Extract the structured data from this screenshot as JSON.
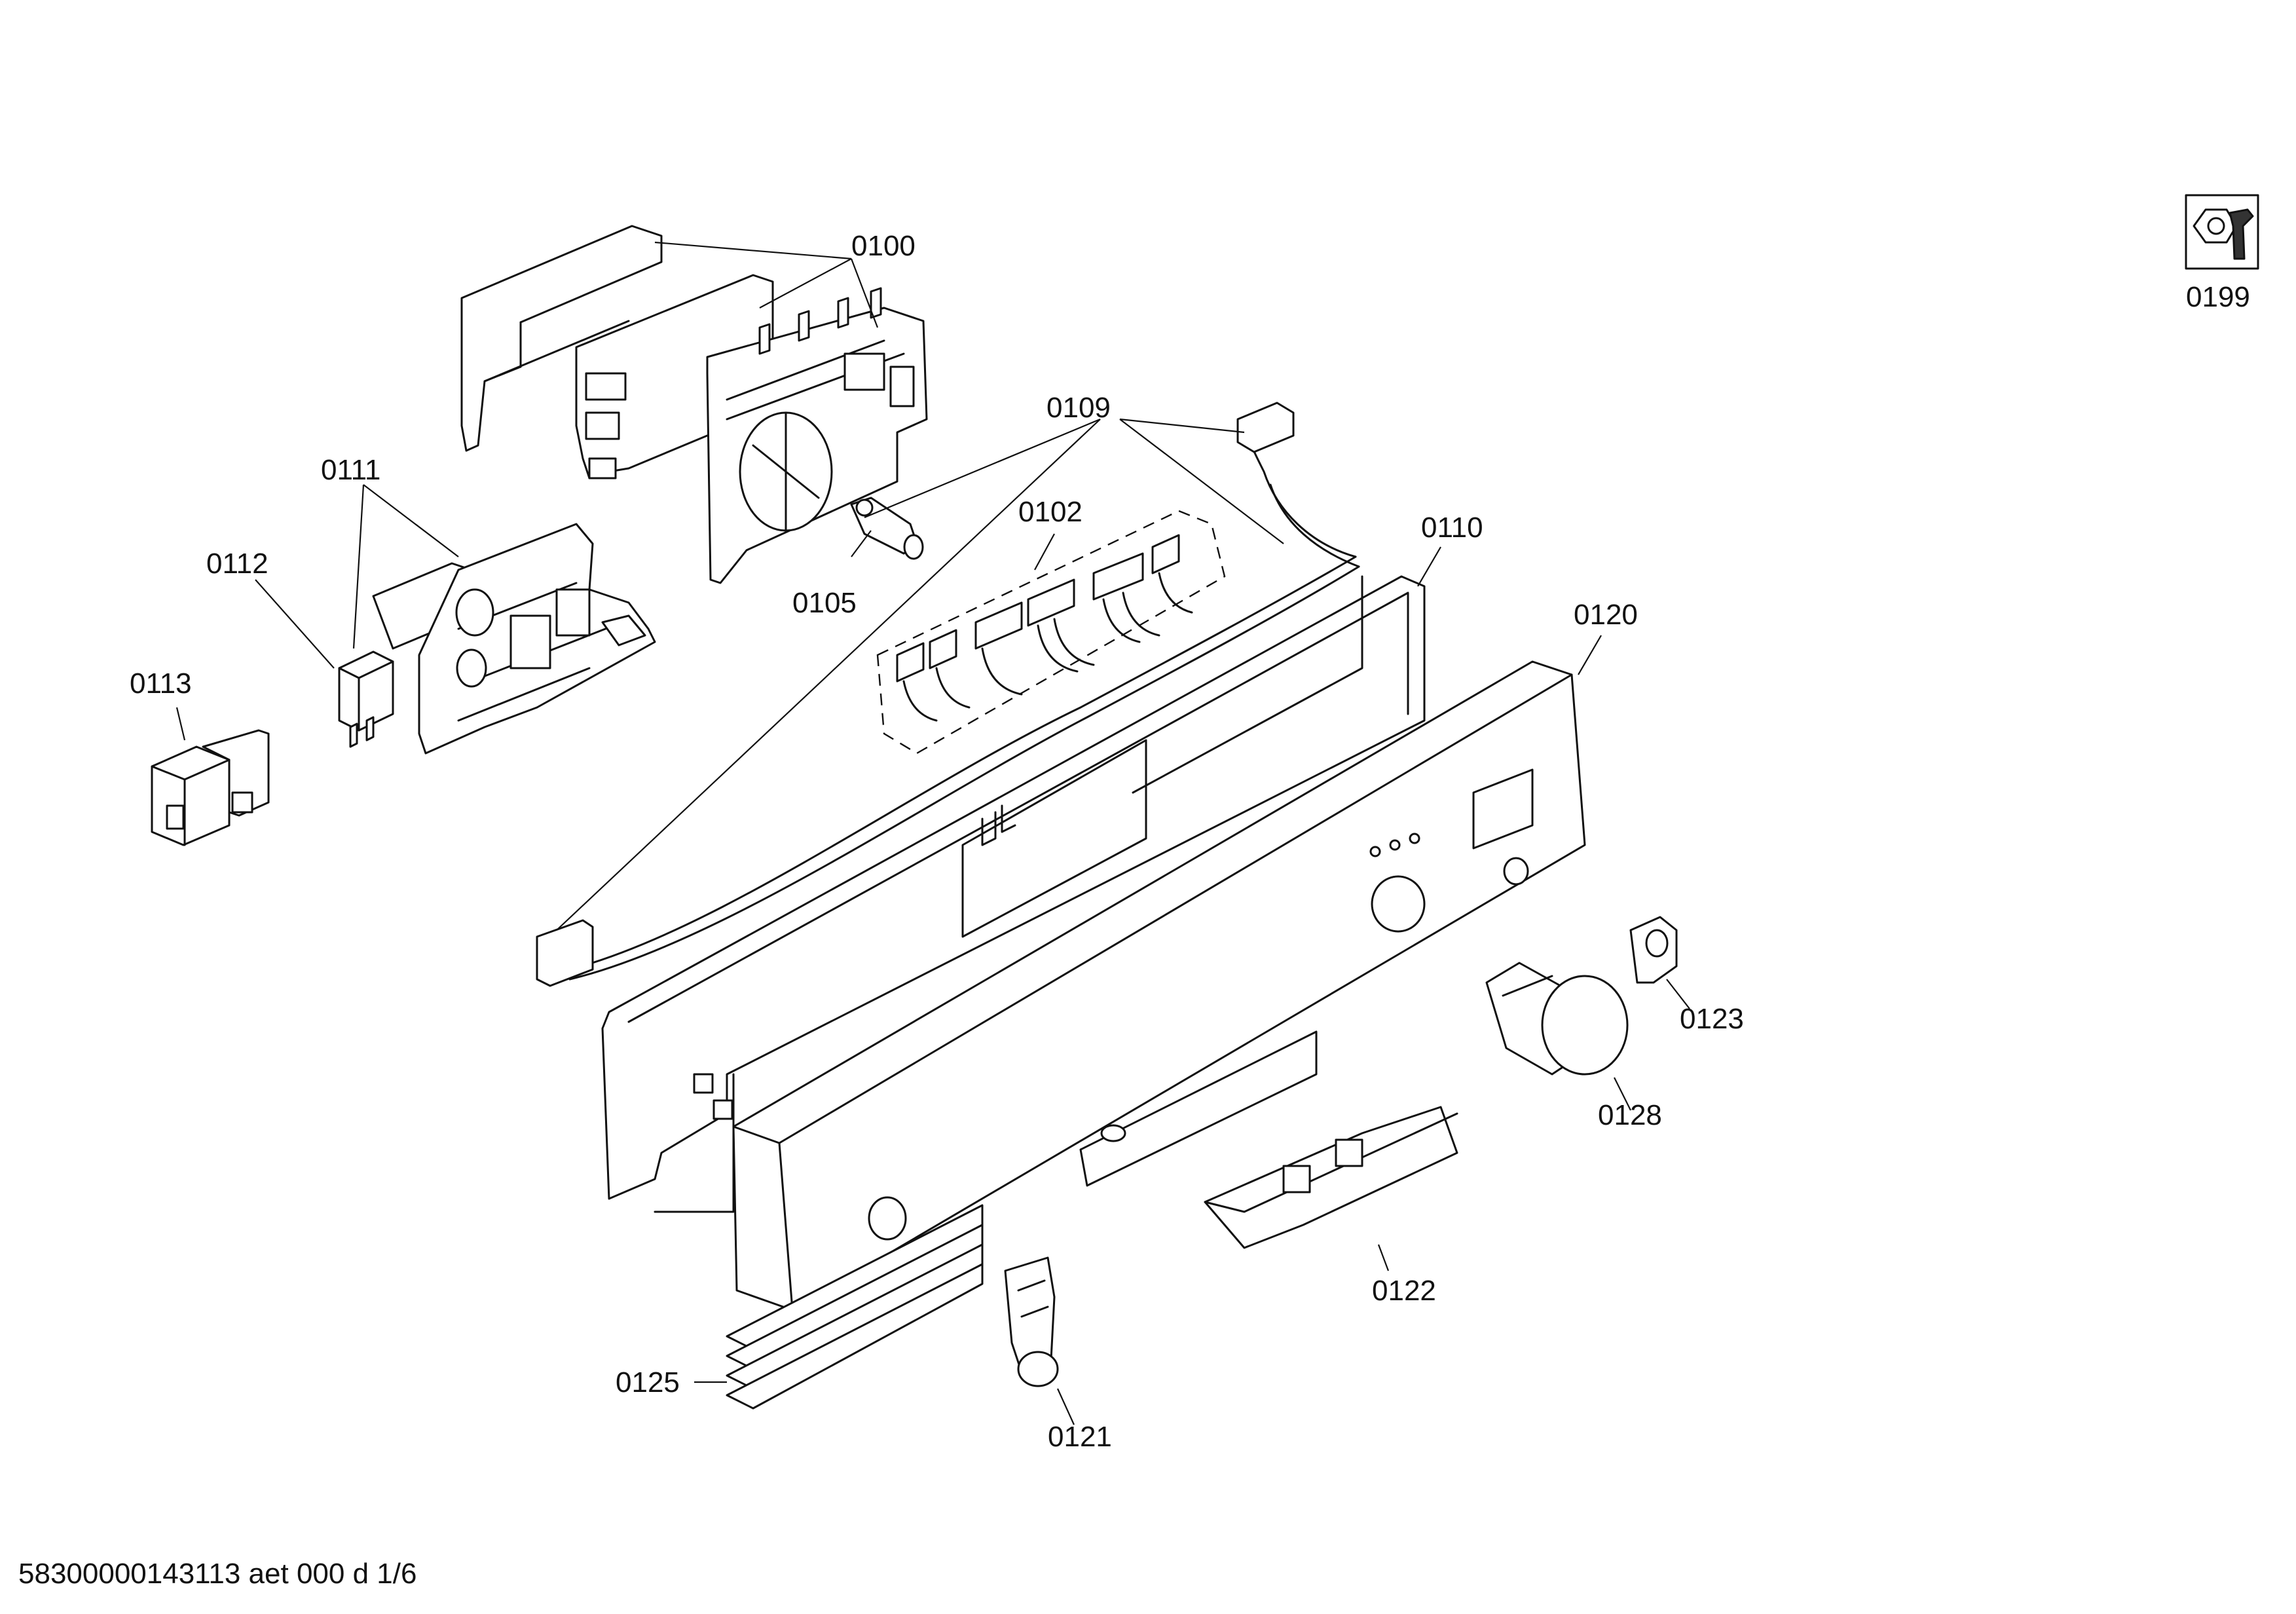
{
  "diagram": {
    "footer": "58300000143113 aet 000 d 1/6",
    "callouts": {
      "p0100": "0100",
      "p0102": "0102",
      "p0105": "0105",
      "p0109": "0109",
      "p0110": "0110",
      "p0111": "0111",
      "p0112": "0112",
      "p0113": "0113",
      "p0120": "0120",
      "p0121": "0121",
      "p0122": "0122",
      "p0123": "0123",
      "p0125": "0125",
      "p0128": "0128",
      "p0199": "0199"
    },
    "service_icon": "hex-nut-wrench-icon"
  }
}
